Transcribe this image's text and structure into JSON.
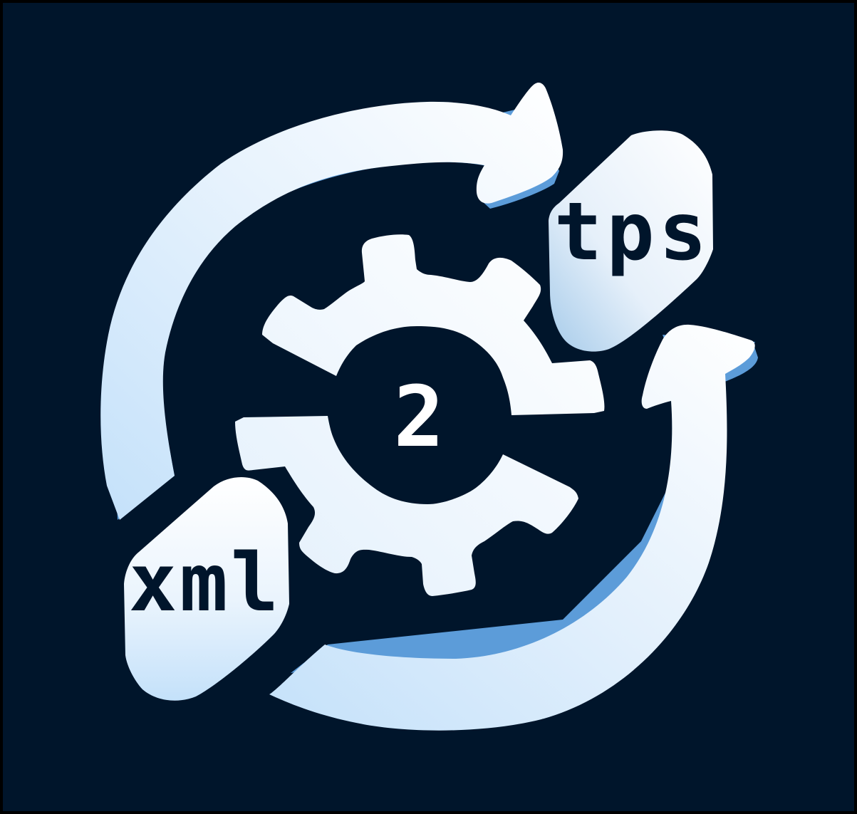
{
  "logo": {
    "source_label": "xml",
    "center_label": "2",
    "target_label": "tps"
  },
  "colors": {
    "background": "#00152B",
    "border": "#000000",
    "arrow_light": "#FFFFFF",
    "arrow_mid": "#E3F0FC",
    "arrow_pale": "#C4E1FA",
    "arrow_shadow": "#5C9CD9",
    "text_dark": "#00152B"
  },
  "icons": {
    "cycle_arrows": "circular-arrows-icon",
    "gear": "gear-icon"
  }
}
